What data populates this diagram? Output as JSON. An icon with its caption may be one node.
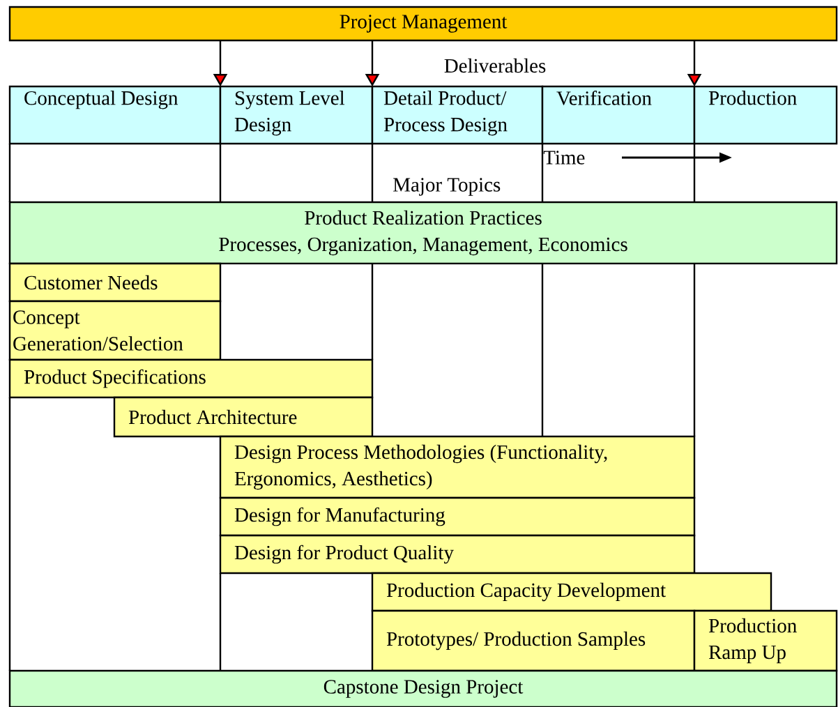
{
  "diagram": {
    "nodes": [
      {
        "text": [
          "Project Management"
        ]
      },
      {
        "text": [
          "Conceptual Design"
        ]
      },
      {
        "text": [
          "System Level Design"
        ]
      },
      {
        "text": [
          "Detail Product/ Process Design"
        ]
      },
      {
        "text": [
          "Verification"
        ]
      },
      {
        "text": [
          "Production"
        ]
      },
      {
        "text": [
          "Product Realization Practices",
          "Processes, Organization, Management, Economics"
        ]
      },
      {
        "text": [
          "Customer Needs"
        ]
      },
      {
        "text": [
          "Concept Generation/Selection"
        ]
      },
      {
        "text": [
          "Product Specifications"
        ]
      },
      {
        "text": [
          "Product Architecture"
        ]
      },
      {
        "text": [
          "Design Process Methodologies (Functionality, Ergonomics, Aesthetics)"
        ]
      },
      {
        "text": [
          "Design for Manufacturing"
        ]
      },
      {
        "text": [
          "Design for Product Quality"
        ]
      },
      {
        "text": [
          "Production Capacity Development"
        ]
      },
      {
        "text": [
          "Prototypes/ Production Samples"
        ]
      },
      {
        "text": [
          "Production Ramp Up"
        ]
      },
      {
        "text": [
          "Capstone Design Project"
        ]
      }
    ],
    "edges": [
      {
        "from": 0,
        "to": 2,
        "arrow": "to"
      },
      {
        "from": 0,
        "to": 3,
        "arrow": "to"
      },
      {
        "from": 0,
        "to": 5,
        "arrow": "to"
      }
    ],
    "labels": [
      "Deliverables",
      "Time",
      "Major Topics"
    ]
  }
}
